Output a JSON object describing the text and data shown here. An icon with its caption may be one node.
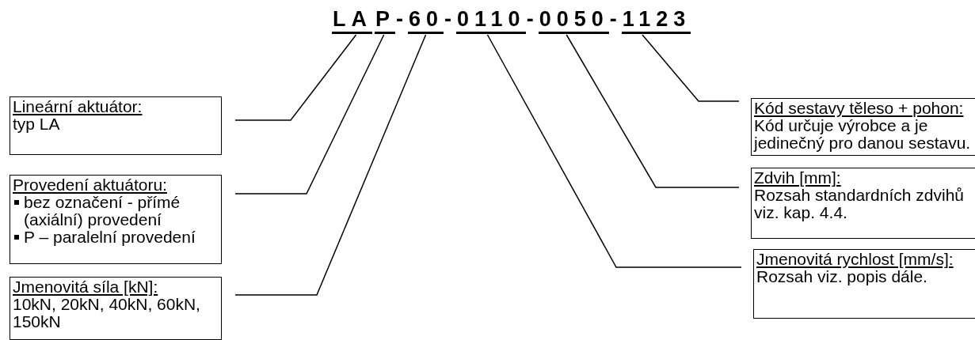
{
  "diagram": {
    "nodes": [
      {
        "text": [
          "LA"
        ]
      },
      {
        "text": [
          "P"
        ]
      },
      {
        "text": [
          "60"
        ]
      },
      {
        "text": [
          "0110"
        ]
      },
      {
        "text": [
          "0050"
        ]
      },
      {
        "text": [
          "1123"
        ]
      },
      {
        "text": [
          "Lineární aktuátor:",
          "typ LA"
        ]
      },
      {
        "text": [
          "Provedení aktuátoru:",
          "bez označení - přímé (axiální) provedení",
          "P – paralelní provedení"
        ]
      },
      {
        "text": [
          "Jmenovitá síla [kN]:",
          "10kN, 20kN, 40kN, 60kN, 150kN"
        ]
      },
      {
        "text": [
          "Kód sestavy těleso + pohon:",
          "Kód určuje výrobce a je jedinečný pro danou sestavu."
        ]
      },
      {
        "text": [
          "Zdvih [mm]:",
          "Rozsah standardních zdvihů viz. kap. 4.4."
        ]
      },
      {
        "text": [
          "Jmenovitá rychlost [mm/s]:",
          "Rozsah viz. popis dále."
        ]
      }
    ],
    "edges": [
      {
        "from": 6,
        "to": 0,
        "arrow": "none"
      },
      {
        "from": 7,
        "to": 1,
        "arrow": "none"
      },
      {
        "from": 8,
        "to": 2,
        "arrow": "none"
      },
      {
        "from": 9,
        "to": 5,
        "arrow": "none"
      },
      {
        "from": 10,
        "to": 4,
        "arrow": "none"
      },
      {
        "from": 11,
        "to": 3,
        "arrow": "none"
      }
    ],
    "labels": [
      "-",
      "-",
      "-",
      "-"
    ]
  }
}
